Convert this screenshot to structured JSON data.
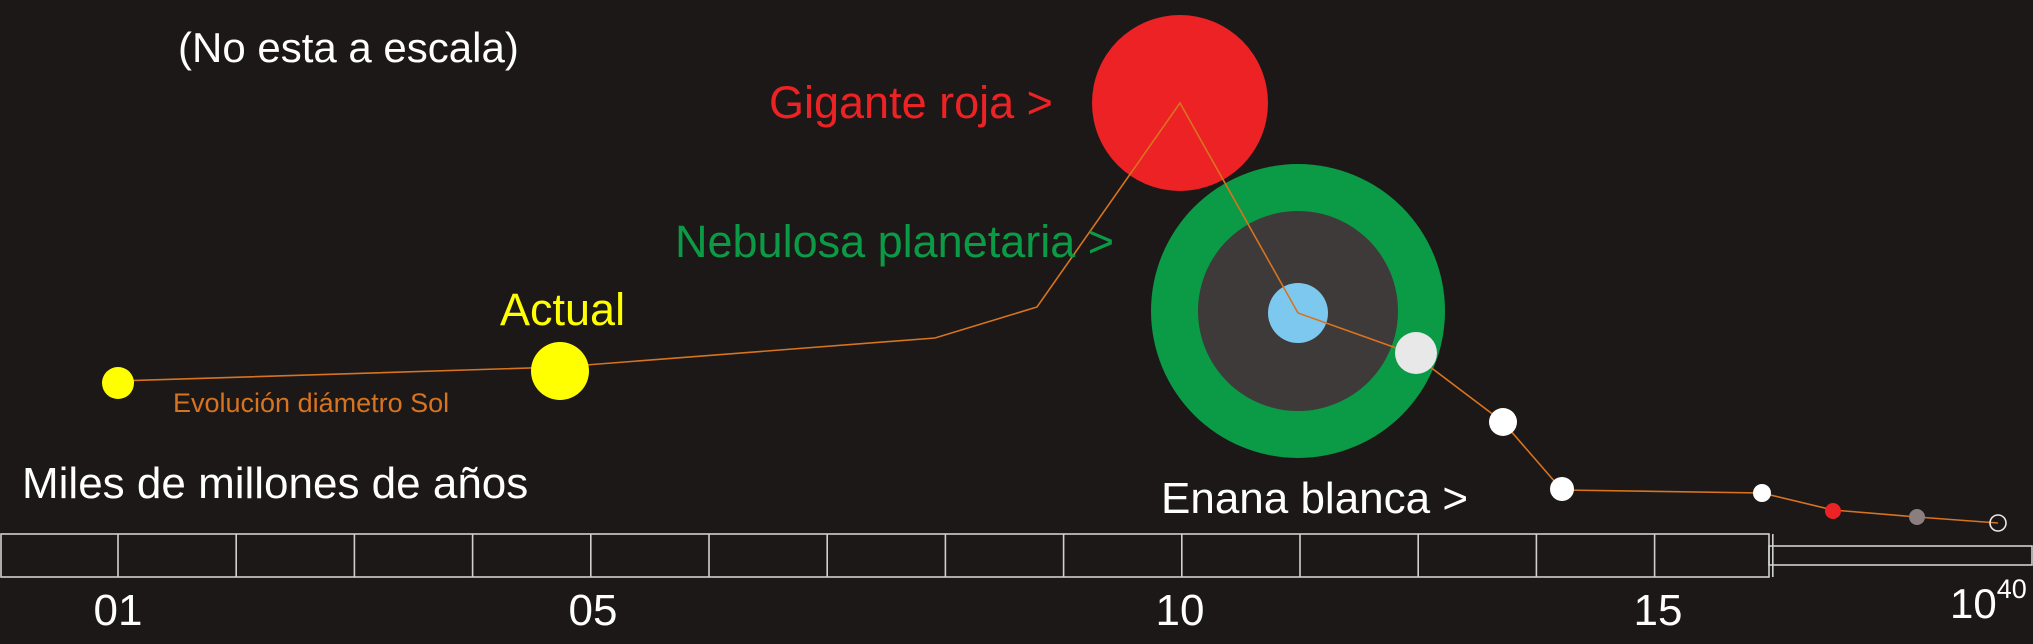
{
  "labels": {
    "not_to_scale": "(No esta a escala)",
    "red_giant": "Gigante roja >",
    "planetary_nebula": "Nebulosa planetaria >",
    "current": "Actual",
    "diameter_evolution": "Evolución diámetro Sol",
    "time_axis_title": "Miles de millones de años",
    "white_dwarf": "Enana blanca >"
  },
  "axis": {
    "ticks": [
      "01",
      "05",
      "10",
      "15"
    ],
    "end_tick_base": "10",
    "end_tick_exponent": "40"
  },
  "colors": {
    "background": "#1c1817",
    "yellow": "#ffff00",
    "red": "#ed2224",
    "green": "#0b9a45",
    "nebula_core": "#3d3a39",
    "light_blue": "#7dc8ef",
    "white": "#ffffff",
    "trace": "#d8731f"
  }
}
